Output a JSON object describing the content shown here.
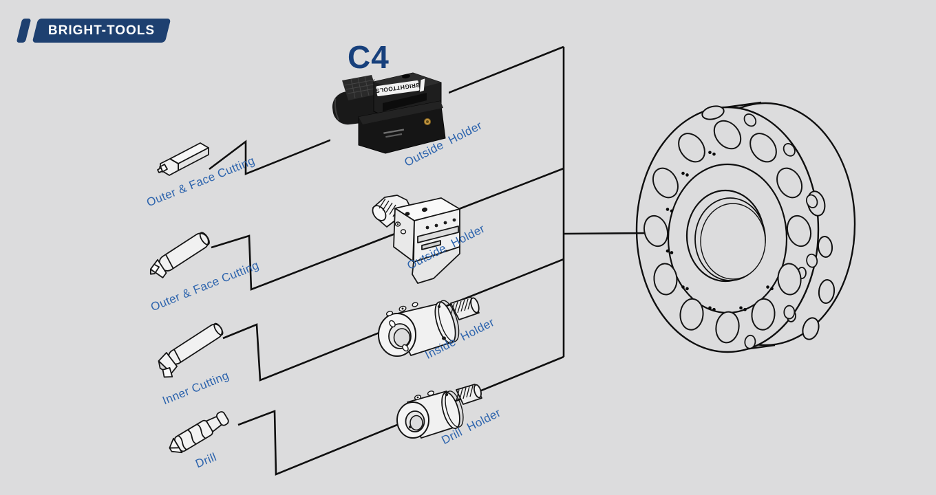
{
  "brand": {
    "logo_text": "BRIGHT-TOOLS"
  },
  "title": {
    "model_code": "C4"
  },
  "holder_photo": {
    "plate_text": "BRIGHTTOOLS"
  },
  "rows": [
    {
      "tool_label": "Outer & Face Cutting",
      "holder_label": "Outside Holder"
    },
    {
      "tool_label": "Outer & Face Cutting",
      "holder_label": "Outside Holder"
    },
    {
      "tool_label": "Inner Cutting",
      "holder_label": "Inside Holder"
    },
    {
      "tool_label": "Drill",
      "holder_label": "Drill Holder"
    }
  ],
  "colors": {
    "background": "#dcdcdd",
    "label_blue": "#2d64ad",
    "title_navy": "#17407c",
    "logo_navy": "#1e4070",
    "line_black": "#101010",
    "gold_screw": "#c29440"
  }
}
